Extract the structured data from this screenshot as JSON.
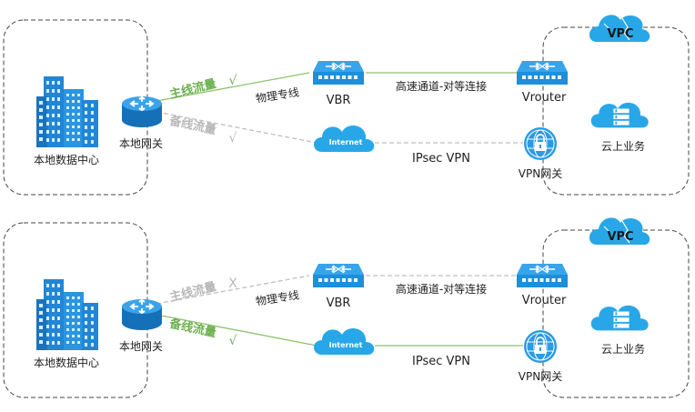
{
  "colors": {
    "primary_line": "#8dc26f",
    "primary_text": "#6ab04c",
    "backup_line": "#bfbfbf",
    "backup_text": "#b8b8b8",
    "device_blue": "#1e8fd9",
    "cloud_blue": "#28a7e8",
    "building_blue": "#2186d6",
    "dash_border": "#444444"
  },
  "panels": [
    {
      "datacenter_label": "本地数据中心",
      "gateway_label": "本地网关",
      "primary": {
        "label": "主线流量",
        "mark": "√",
        "active": true
      },
      "backup": {
        "label": "备线流量",
        "mark": "√",
        "active": false
      },
      "physical_line_label": "物理专线",
      "vbr_label": "VBR",
      "high_speed_label": "高速通道-对等连接",
      "vrouter_label": "Vrouter",
      "internet_label": "Internet",
      "ipsec_label": "IPsec VPN",
      "vpn_gateway_label": "VPN网关",
      "vpc_label": "VPC",
      "cloud_service_label": "云上业务"
    },
    {
      "datacenter_label": "本地数据中心",
      "gateway_label": "本地网关",
      "primary": {
        "label": "主线流量",
        "mark": "X",
        "active": false
      },
      "backup": {
        "label": "备线流量",
        "mark": "√",
        "active": true
      },
      "physical_line_label": "物理专线",
      "vbr_label": "VBR",
      "high_speed_label": "高速通道-对等连接",
      "vrouter_label": "Vrouter",
      "internet_label": "Internet",
      "ipsec_label": "IPsec VPN",
      "vpn_gateway_label": "VPN网关",
      "vpc_label": "VPC",
      "cloud_service_label": "云上业务"
    }
  ]
}
